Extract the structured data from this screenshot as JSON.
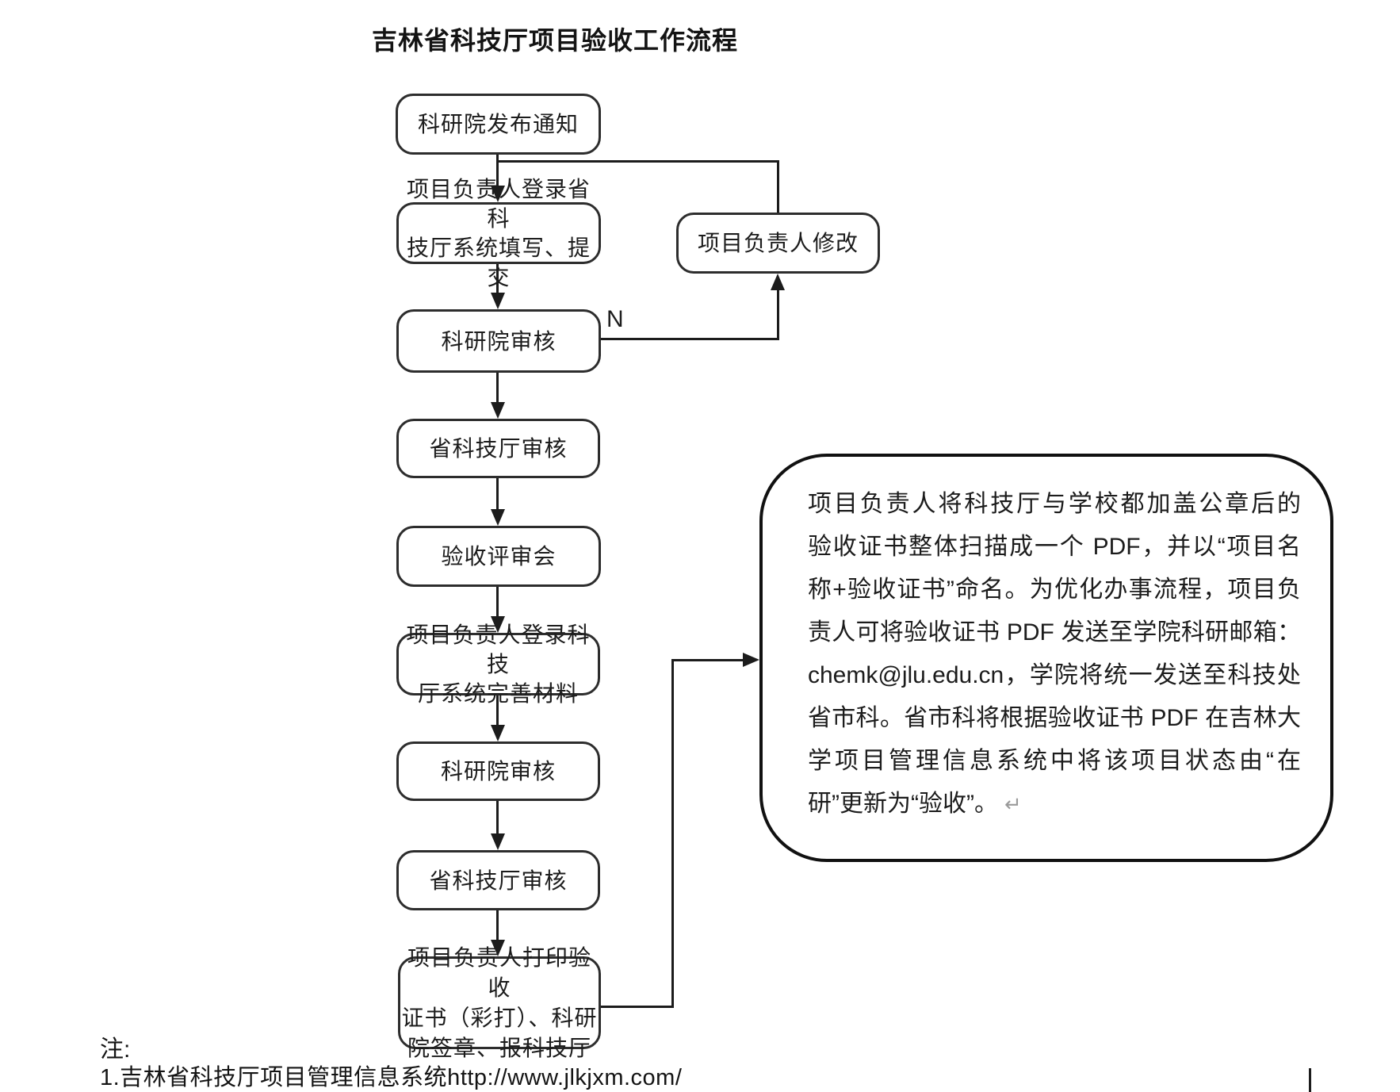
{
  "title": "吉林省科技厅项目验收工作流程",
  "colors": {
    "background": "#ffffff",
    "ink": "#1c1c1c",
    "box_border": "#2d2d2d",
    "return_mark_color": "#9a9a9a"
  },
  "flow": {
    "branch_label": "N",
    "nodes": [
      {
        "id": "publish-notice",
        "label": "科研院发布通知"
      },
      {
        "id": "fill-submit",
        "label": "项目负责人登录省科\n技厅系统填写、提交"
      },
      {
        "id": "institute-review-1",
        "label": "科研院审核"
      },
      {
        "id": "province-review-1",
        "label": "省科技厅审核"
      },
      {
        "id": "acceptance-meeting",
        "label": "验收评审会"
      },
      {
        "id": "complete-materials",
        "label": "项目负责人登录科技\n厅系统完善材料"
      },
      {
        "id": "institute-review-2",
        "label": "科研院审核"
      },
      {
        "id": "province-review-2",
        "label": "省科技厅审核"
      },
      {
        "id": "print-certificate",
        "label": "项目负责人打印验收\n证书（彩打）、科研\n院签章、报科技厅"
      },
      {
        "id": "leader-modify",
        "label": "项目负责人修改"
      }
    ]
  },
  "note_box": {
    "lines": [
      "项目负责人将科技厅与学校都加盖公章后的",
      "验收证书整体扫描成一个 PDF，并以“项目名",
      "称+验收证书”命名。为优化办事流程，项目负",
      "责人可将验收证书 PDF 发送至学院科研邮箱：",
      "chemk@jlu.edu.cn，学院将统一发送至科技处",
      "省市科。省市科将根据验收证书 PDF 在吉林大",
      "学项目管理信息系统中将该项目状态由“在",
      "研”更新为“验收”。"
    ],
    "return_mark": "↵"
  },
  "footnotes": {
    "heading": "注:",
    "items": [
      "1.吉林省科技厅项目管理信息系统http://www.jlkjxm.com/"
    ]
  }
}
